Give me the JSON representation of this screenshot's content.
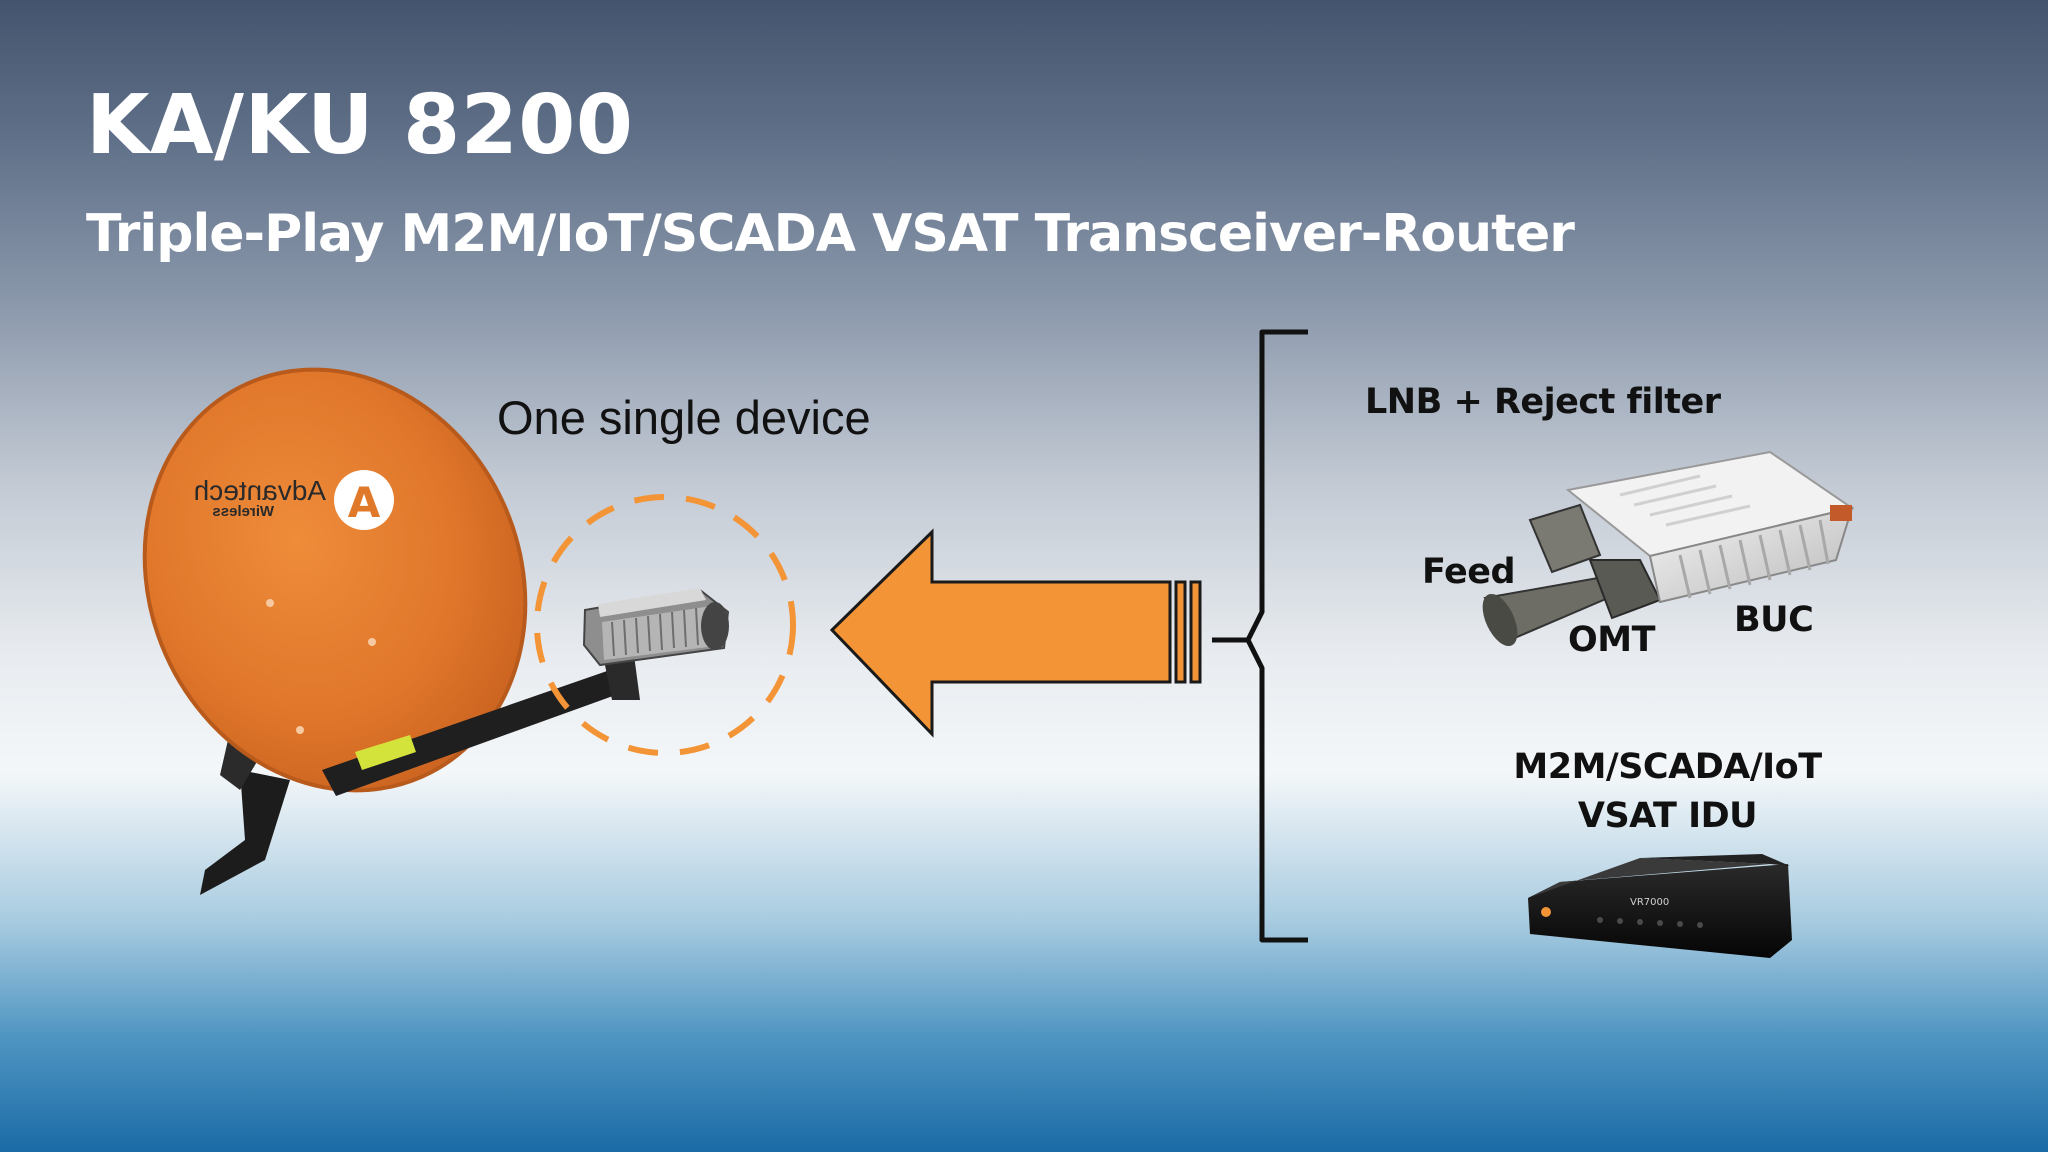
{
  "title": "KA/KU 8200",
  "subtitle": "Triple-Play M2M/IoT/SCADA VSAT Transceiver-Router",
  "caption": "One single device",
  "dish": {
    "brand": "Advantech",
    "brand_sub": "Wireless",
    "logo_letter": "A",
    "color": "#e07a2a"
  },
  "arrow_color": "#f39436",
  "components": {
    "lnb_filter": "LNB + Reject filter",
    "feed": "Feed",
    "omt": "OMT",
    "buc": "BUC",
    "idu_line1": "M2M/SCADA/IoT",
    "idu_line2": "VSAT IDU",
    "idu_model": "VR7000"
  }
}
